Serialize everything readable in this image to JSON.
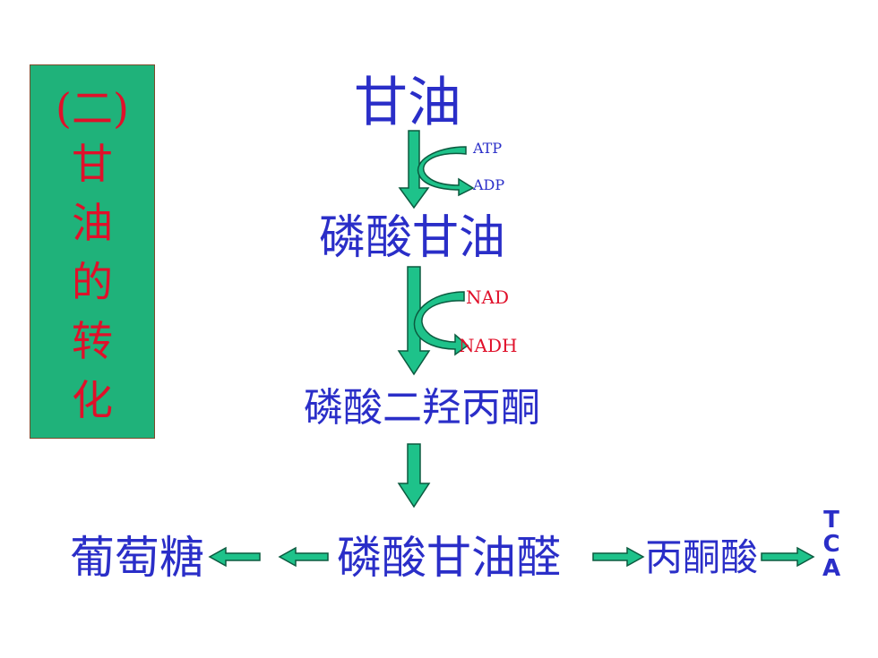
{
  "sidebar": {
    "heading": "(二)",
    "chars": [
      "甘",
      "油",
      "的",
      "转",
      "化"
    ]
  },
  "pathway": {
    "glycerol": "甘油",
    "glycerol_phosphate": "磷酸甘油",
    "dhap": "磷酸二羟丙酮",
    "g3p": "磷酸甘油醛",
    "glucose": "葡萄糖",
    "pyruvate": "丙酮酸",
    "tca": [
      "T",
      "C",
      "A"
    ]
  },
  "cofactors": {
    "atp": "ATP",
    "adp": "ADP",
    "nad": "NAD",
    "nadh": "NADH"
  },
  "colors": {
    "sidebar_bg": "#1fb27a",
    "sidebar_text": "#e0102a",
    "node_text": "#2a2ec8",
    "arrow_fill": "#1ec28a",
    "arrow_stroke": "#0b5a3f",
    "nad_text": "#e0102a",
    "atp_text": "#2a2ec8"
  }
}
